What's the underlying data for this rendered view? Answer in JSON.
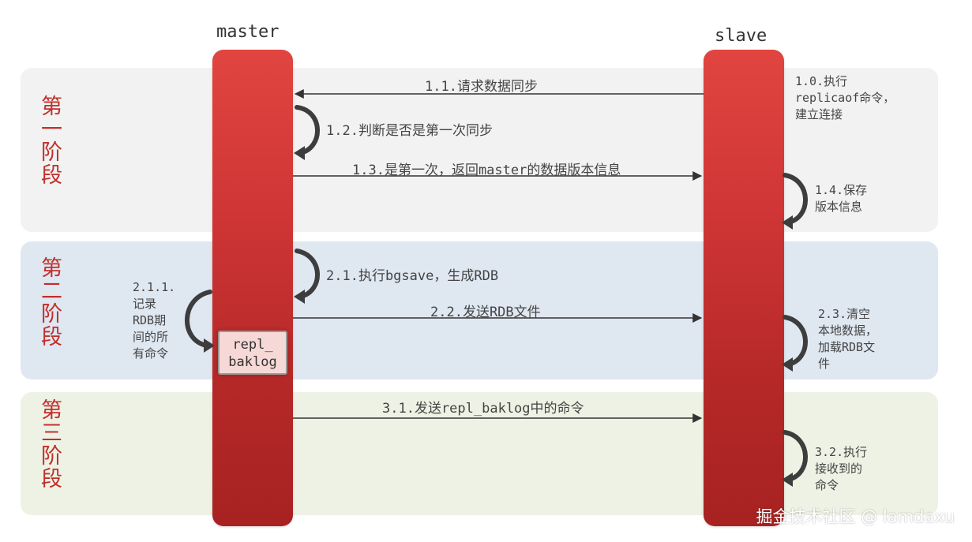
{
  "actors": {
    "master": "master",
    "slave": "slave"
  },
  "stages": [
    {
      "label": "第一阶段"
    },
    {
      "label": "第二阶段"
    },
    {
      "label": "第三阶段"
    }
  ],
  "messages": {
    "m1_1": "1.1.请求数据同步",
    "m1_2": "1.2.判断是否是第一次同步",
    "m1_3": "1.3.是第一次，返回master的数据版本信息",
    "m2_1": "2.1.执行bgsave，生成RDB",
    "m2_2": "2.2.发送RDB文件",
    "m3_1": "3.1.发送repl_baklog中的命令"
  },
  "notes": {
    "n1_0": "1.0.执行\nreplicaof命令，\n建立连接",
    "n1_4": "1.4.保存\n版本信息",
    "n2_1_1": "2.1.1.\n记录\nRDB期\n间的所\n有命令",
    "n2_3": "2.3.清空\n本地数据，\n加载RDB文\n件",
    "n3_2": "3.2.执行\n接收到的\n命令"
  },
  "repl_box": "repl_\nbaklog",
  "watermark": "掘金技术社区 @ lamdaxu",
  "colors": {
    "bar": "#c43030",
    "stage_text": "#c0302b",
    "band1": "#f2f2f2",
    "band2": "#dfe7f1",
    "band3": "#eef2e4",
    "arrow": "#333333"
  }
}
